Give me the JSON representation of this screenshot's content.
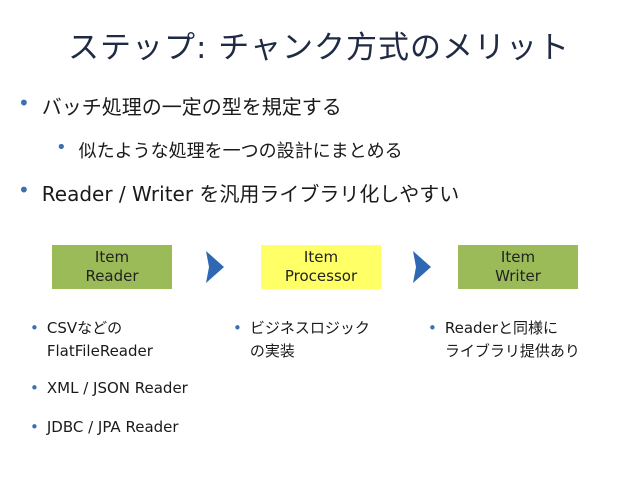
{
  "slide": {
    "title": "ステップ: チャンク方式のメリット",
    "bullets": [
      "バッチ処理の一定の型を規定する",
      "似たような処理を一つの設計にまとめる",
      "Reader / Writer を汎用ライブラリ化しやすい"
    ],
    "boxes": [
      {
        "line1": "Item",
        "line2": "Reader"
      },
      {
        "line1": "Item",
        "line2": "Processor"
      },
      {
        "line1": "Item",
        "line2": "Writer"
      }
    ],
    "reader_notes": [
      {
        "line1": "CSVなどの",
        "line2": "FlatFileReader"
      },
      {
        "line1": "XML / JSON Reader"
      },
      {
        "line1": "JDBC / JPA Reader"
      }
    ],
    "processor_note": {
      "line1": "ビジネスロジック",
      "line2": "の実装"
    },
    "writer_note": {
      "line1": "Readerと同様に",
      "line2": "ライブラリ提供あり"
    },
    "bullet_char": "•"
  },
  "colors": {
    "title": "#1f2a44",
    "bullet": "#3a6fb0",
    "reader_box": "#9bbb59",
    "processor_box": "#ffff66",
    "writer_box": "#9bbb59",
    "arrow": "#2e67b2"
  }
}
